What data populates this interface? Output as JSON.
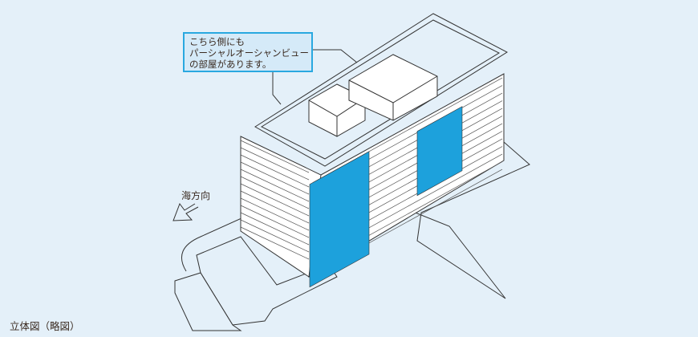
{
  "callout": {
    "lines": [
      "こちら側にも",
      "パーシャルオーシャンビュー",
      "の部屋があります。"
    ]
  },
  "direction_label": "海方向",
  "caption": "立体図（略図）",
  "colors": {
    "background": "#e4f0f9",
    "highlight": "#1da1dc",
    "callout_border": "#29a8e0",
    "line": "#333333"
  }
}
